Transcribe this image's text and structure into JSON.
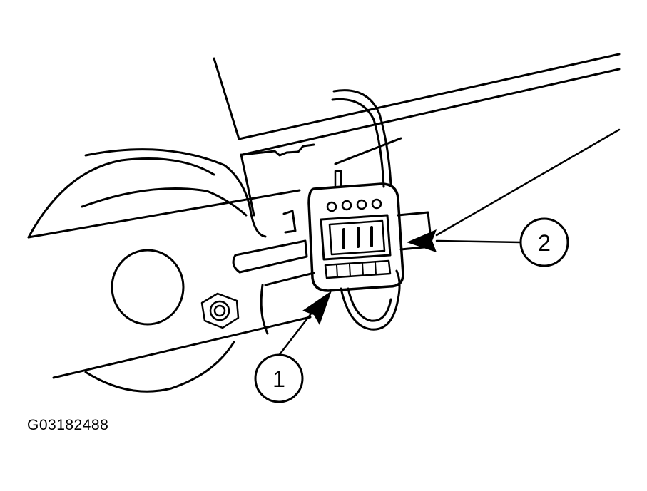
{
  "figure": {
    "id_code": "G03182488",
    "callouts": [
      {
        "label": "1"
      },
      {
        "label": "2"
      }
    ],
    "colors": {
      "ink": "#000000",
      "paper": "#ffffff"
    }
  }
}
